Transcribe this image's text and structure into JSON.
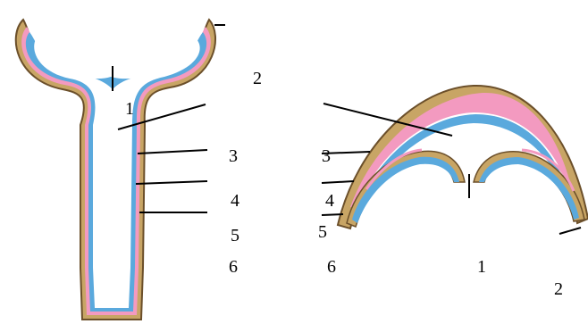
{
  "colors": {
    "outer_tan": "#c8a565",
    "outer_dark": "#6b4f2a",
    "blue_layer": "#5aa9dd",
    "pink_layer": "#f39ac0",
    "line": "#000000"
  },
  "left_figure": {
    "labels": {
      "l1": "1",
      "l2": "2",
      "l3": "3",
      "l4": "4",
      "l5": "5",
      "l6": "6"
    }
  },
  "right_figure": {
    "labels": {
      "l3": "3",
      "l4": "4",
      "l5": "5",
      "l6": "6",
      "l1": "1",
      "l2": "2"
    }
  }
}
